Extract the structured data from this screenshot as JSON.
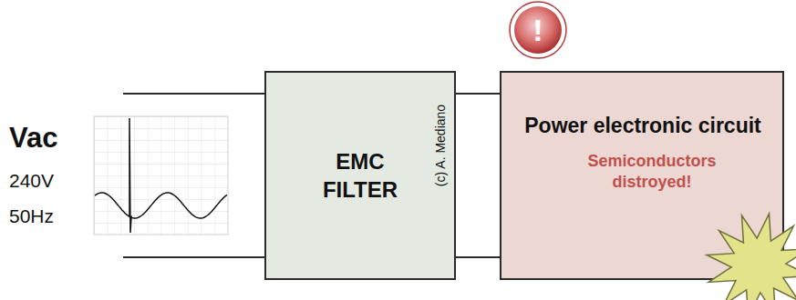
{
  "diagram": {
    "nodes": [
      {
        "text": [
          "EMC FILTER"
        ]
      },
      {
        "text": [
          "Power electronic circuit",
          "Semiconductors distroyed!"
        ]
      }
    ],
    "edges": [
      {
        "from": 0,
        "to": 1,
        "arrow": "none"
      },
      {
        "from": 0,
        "to": 1,
        "arrow": "none"
      }
    ],
    "labels": [
      "Vac",
      "240V",
      "50Hz",
      "(c) A. Mediano",
      "!"
    ]
  }
}
